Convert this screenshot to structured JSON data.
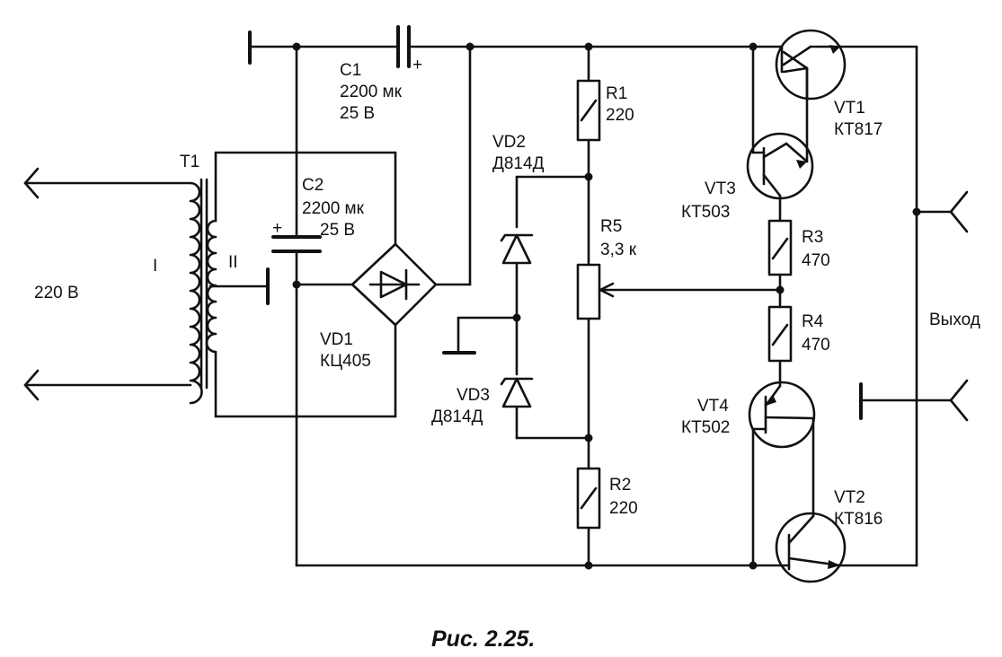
{
  "labels": {
    "c1_name": "C1",
    "c1_value": "2200 мк",
    "c1_voltage": "25 В",
    "c1_plus": "+",
    "c2_name": "C2",
    "c2_value": "2200 мк",
    "c2_voltage": "25 В",
    "c2_plus": "+",
    "t1": "T1",
    "winding_1": "I",
    "winding_2": "II",
    "input_voltage": "220 В",
    "vd1_name": "VD1",
    "vd1_type": "КЦ405",
    "vd2_name": "VD2",
    "vd2_type": "Д814Д",
    "vd3_name": "VD3",
    "vd3_type": "Д814Д",
    "r1_name": "R1",
    "r1_value": "220",
    "r5_name": "R5",
    "r5_value": "3,3 к",
    "r2_name": "R2",
    "r2_value": "220",
    "r3_name": "R3",
    "r3_value": "470",
    "r4_name": "R4",
    "r4_value": "470",
    "vt1_name": "VT1",
    "vt1_type": "КТ817",
    "vt3_name": "VT3",
    "vt3_type": "КТ503",
    "vt4_name": "VT4",
    "vt4_type": "КТ502",
    "vt2_name": "VT2",
    "vt2_type": "КТ816",
    "output": "Выход"
  },
  "caption": "Рис. 2.25."
}
